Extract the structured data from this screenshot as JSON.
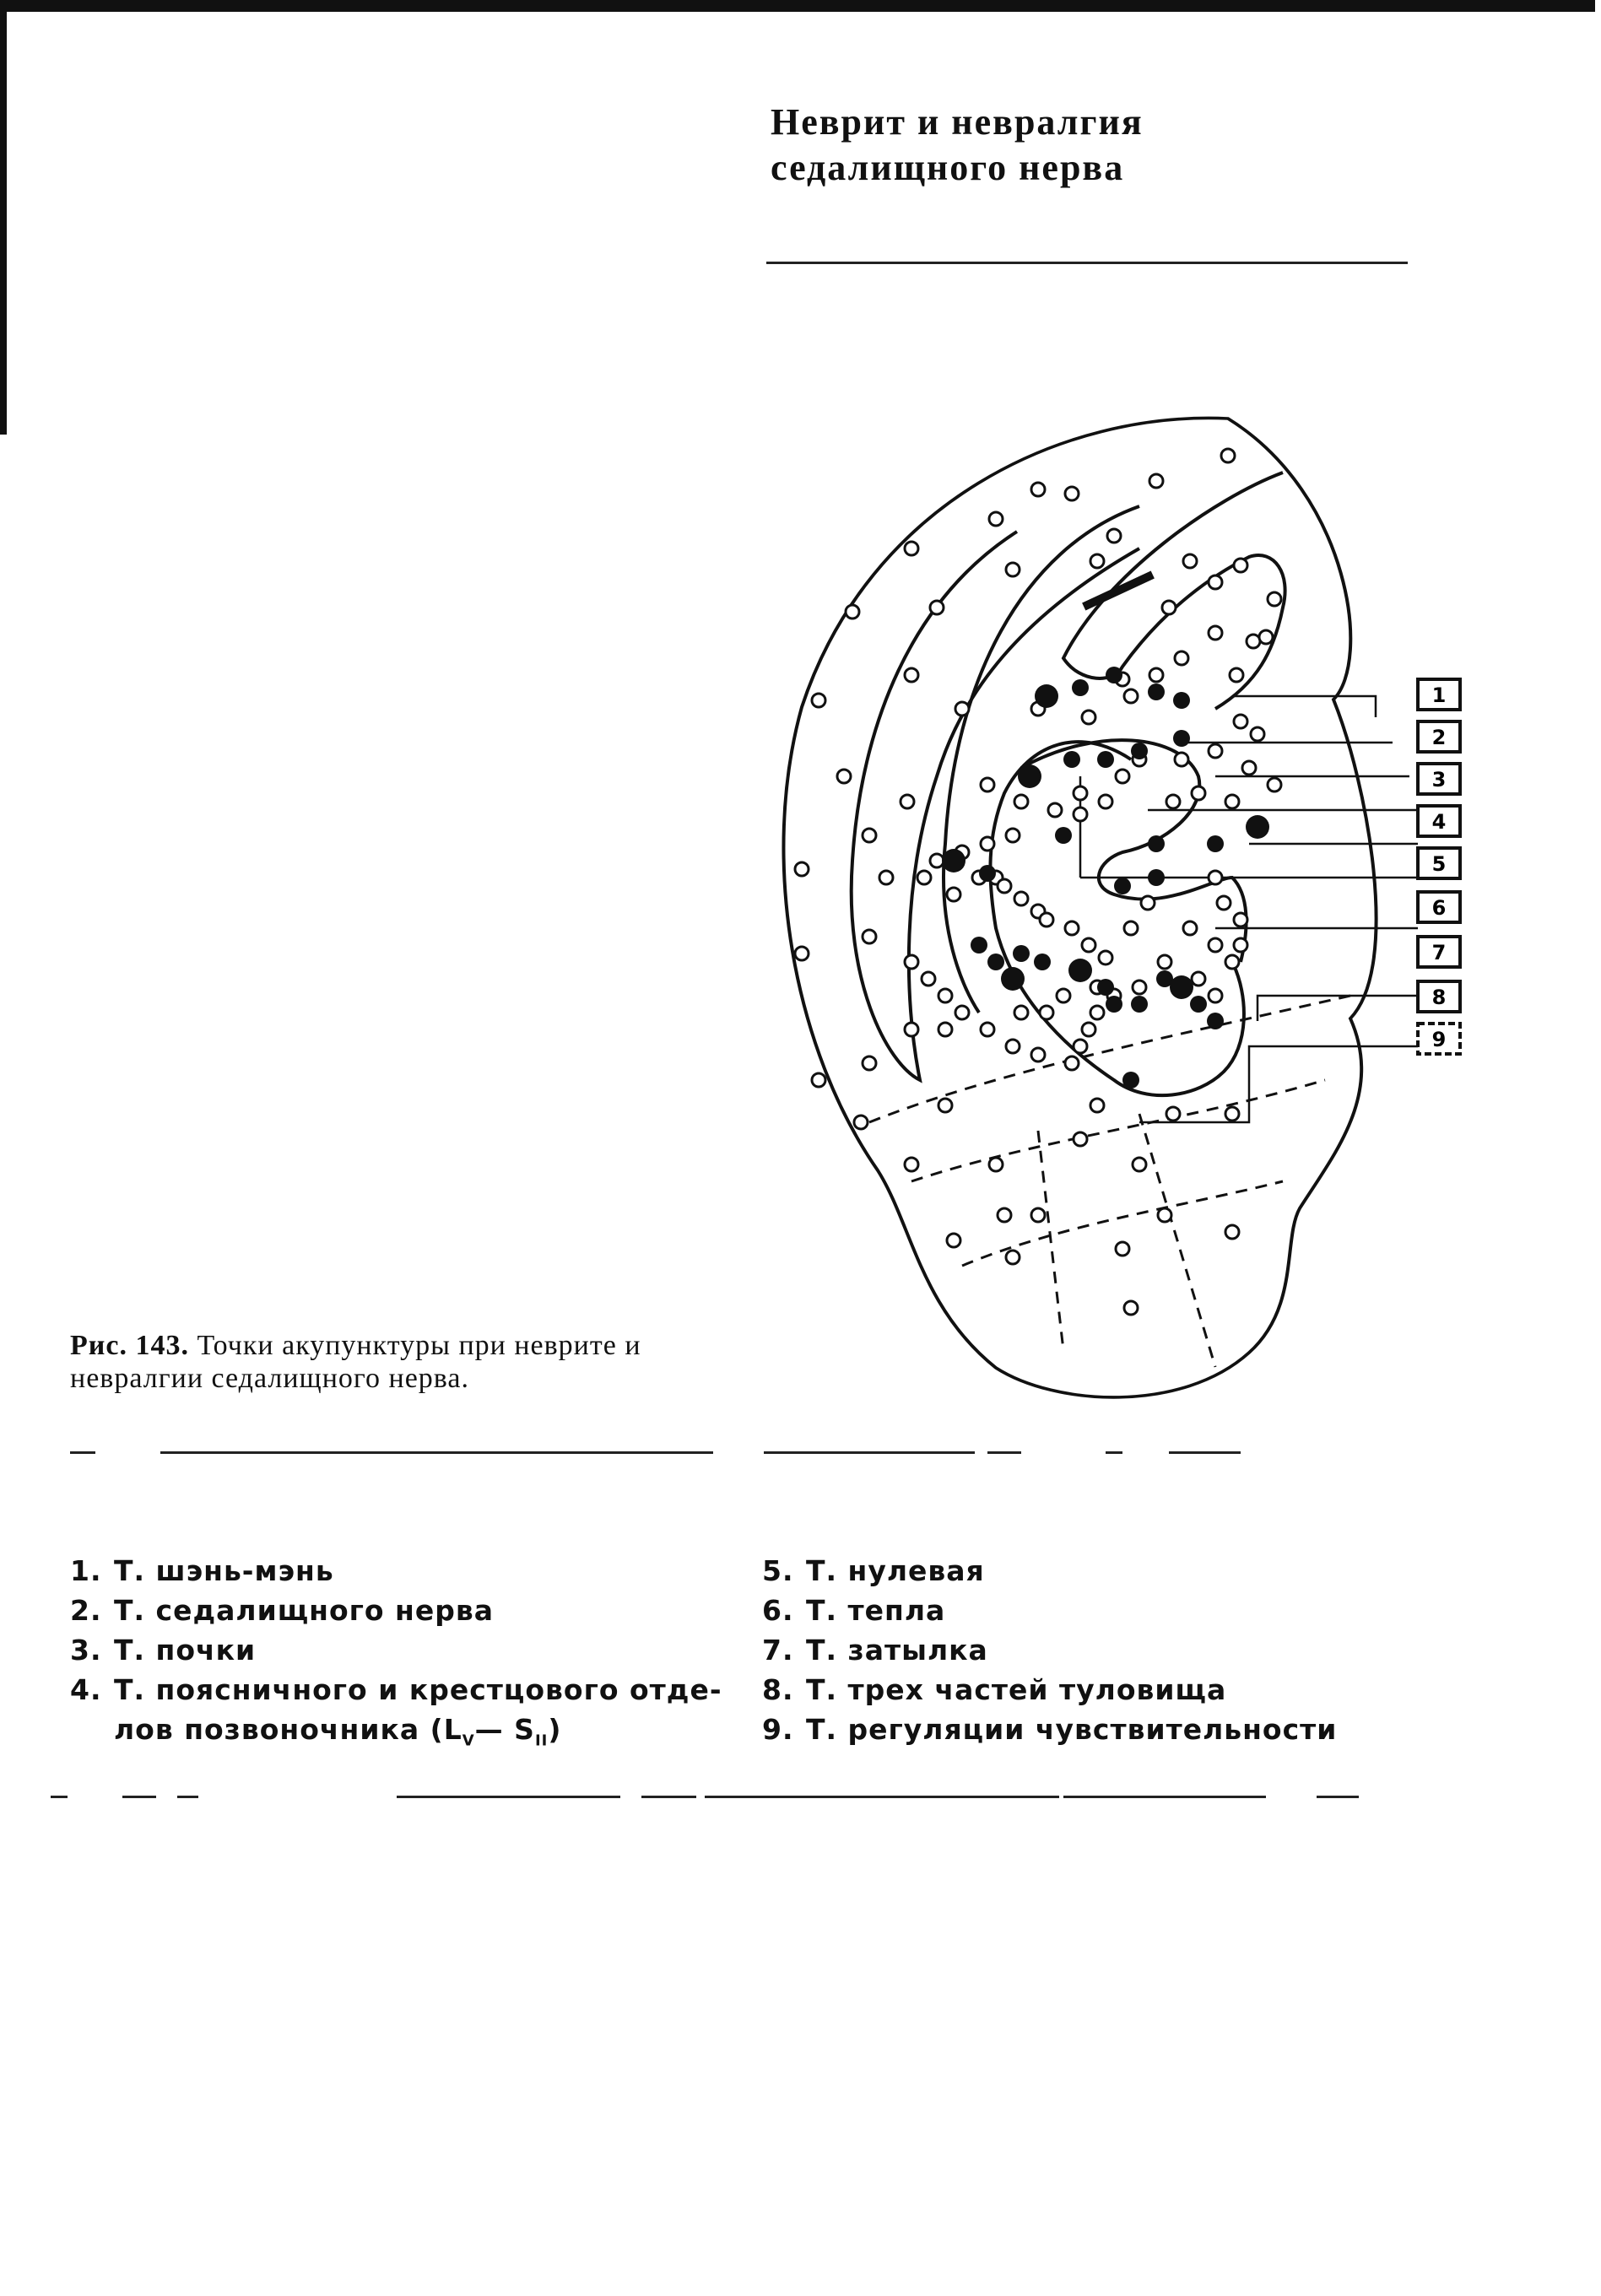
{
  "heading": {
    "line1": "Неврит и невралгия",
    "line2": "седалищного нерва"
  },
  "caption": {
    "label": "Рис. 143.",
    "text": "Точки акупунктуры при неврите и невралгии седалищного нерва."
  },
  "figure": {
    "box_labels": [
      "1",
      "2",
      "3",
      "4",
      "5",
      "6",
      "7",
      "8",
      "9"
    ]
  },
  "legend": {
    "left": [
      {
        "num": "1.",
        "text": "Т. шэнь-мэнь"
      },
      {
        "num": "2.",
        "text": "Т. седалищного нерва"
      },
      {
        "num": "3.",
        "text": "Т. почки"
      },
      {
        "num": "4.",
        "text": "Т. поясничного и крестцового отде-",
        "cont_pre": "лов позвоночника (L",
        "cont_sub1": "V",
        "cont_mid": "— S",
        "cont_sub2": "II",
        "cont_post": ")"
      }
    ],
    "right": [
      {
        "num": "5.",
        "text": "Т. нулевая"
      },
      {
        "num": "6.",
        "text": "Т. тепла"
      },
      {
        "num": "7.",
        "text": "Т. затылка"
      },
      {
        "num": "8.",
        "text": "Т. трех частей туловища"
      },
      {
        "num": "9.",
        "text": "Т. регуляции чувствительности"
      }
    ]
  }
}
